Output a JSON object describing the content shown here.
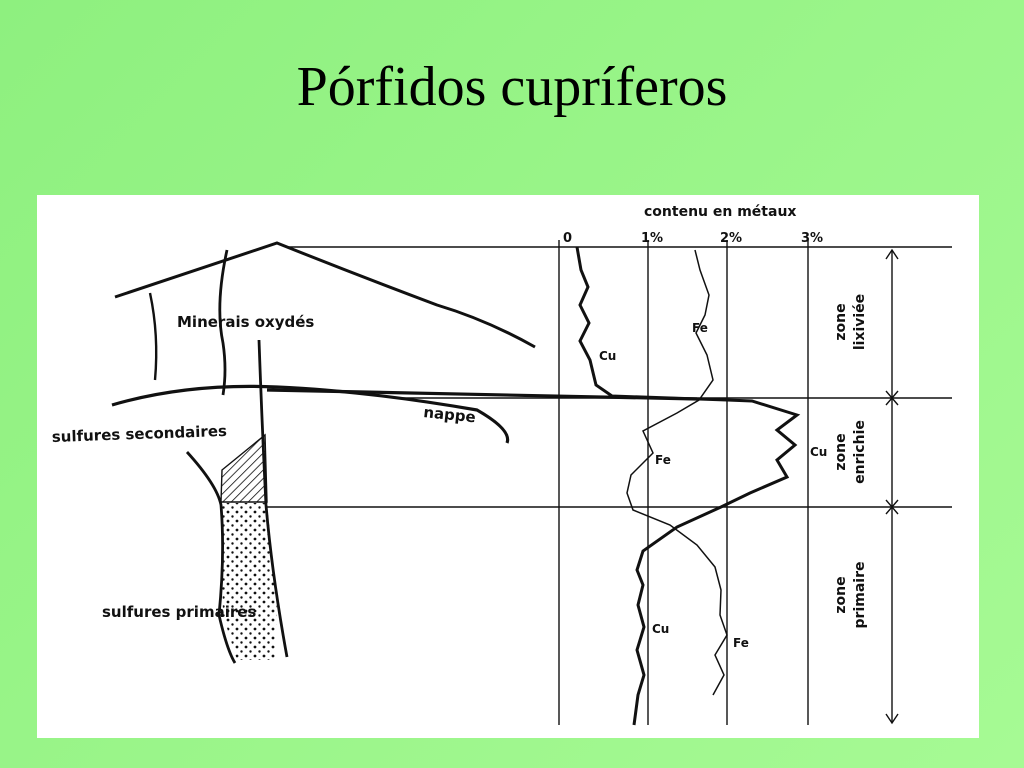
{
  "slide": {
    "title": "Pórfidos cupríferos"
  },
  "diagram": {
    "axis_title": "contenu en métaux",
    "ticks": [
      "0",
      "1%",
      "2%",
      "3%"
    ],
    "labels": {
      "oxides": "Minerais oxydés",
      "water_table": "nappe",
      "secondary": "sulfures secondaires",
      "primary": "sulfures primaires",
      "cu": "Cu",
      "fe": "Fe"
    },
    "zones": {
      "leached": [
        "zone",
        "lixiviée"
      ],
      "enriched": [
        "zone",
        "enrichie"
      ],
      "primary": [
        "zone",
        "primaire"
      ]
    }
  }
}
